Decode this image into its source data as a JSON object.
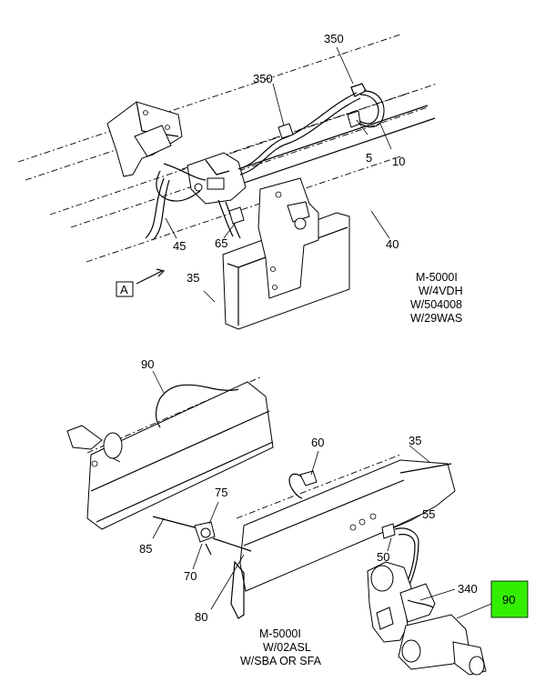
{
  "callouts_upper": {
    "c350a": "350",
    "c350b": "350",
    "c5": "5",
    "c10": "10",
    "c45": "45",
    "c65": "65",
    "c40": "40",
    "c35": "35"
  },
  "view_marker": "A",
  "note_upper": [
    "M-5000I",
    "W/4VDH",
    "W/504008",
    "W/29WAS"
  ],
  "callouts_lower": {
    "c90": "90",
    "c60": "60",
    "c35": "35",
    "c75": "75",
    "c55": "55",
    "c85": "85",
    "c70": "70",
    "c50": "50",
    "c340": "340",
    "c80": "80"
  },
  "highlight_callout": {
    "label": "90",
    "color": "#33ee00"
  },
  "note_lower": [
    "M-5000I",
    "W/02ASL",
    "W/SBA OR SFA"
  ]
}
